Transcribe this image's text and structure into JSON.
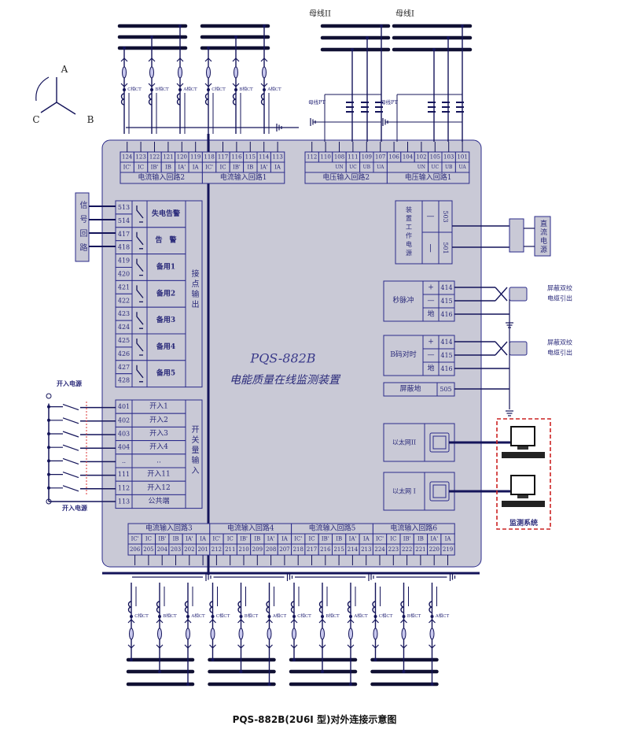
{
  "caption": "PQS-882B(2U6I 型)对外连接示意图",
  "device": {
    "model": "PQS-882B",
    "name": "电能质量在线监测装置"
  },
  "phase_diagram": {
    "a": "A",
    "b": "B",
    "c": "C"
  },
  "ct_labels": [
    "C相CT",
    "B相CT",
    "A相CT"
  ],
  "buses": {
    "bus2": "母线II",
    "bus1": "母线I",
    "pt": "母线PT"
  },
  "current_top": {
    "groups": [
      {
        "label": "电流输入回路2",
        "numbers": [
          "124",
          "123",
          "122",
          "121",
          "120",
          "119"
        ],
        "phases": [
          "IC'",
          "IC",
          "IB'",
          "IB",
          "IA'",
          "IA"
        ]
      },
      {
        "label": "电流输入回路1",
        "numbers": [
          "118",
          "117",
          "116",
          "115",
          "114",
          "113"
        ],
        "phases": [
          "IC'",
          "IC",
          "IB'",
          "IB",
          "IA'",
          "IA"
        ]
      }
    ]
  },
  "voltage_top": {
    "groups": [
      {
        "label": "电压输入回路2",
        "numbers": [
          "112",
          "110",
          "108",
          "111",
          "109",
          "107"
        ],
        "phases": [
          "UN",
          "UC",
          "UB",
          "UA"
        ]
      },
      {
        "label": "电压输入回路1",
        "numbers": [
          "106",
          "104",
          "102",
          "105",
          "103",
          "101"
        ],
        "phases": [
          "UN",
          "UC",
          "UB",
          "UA"
        ]
      }
    ]
  },
  "current_bottom": {
    "groups": [
      {
        "label": "电流输入回路3",
        "numbers": [
          "206",
          "205",
          "204",
          "203",
          "202",
          "201"
        ],
        "phases": [
          "IC'",
          "IC",
          "IB'",
          "IB",
          "IA'",
          "IA"
        ]
      },
      {
        "label": "电流输入回路4",
        "numbers": [
          "212",
          "211",
          "210",
          "209",
          "208",
          "207"
        ],
        "phases": [
          "IC'",
          "IC",
          "IB'",
          "IB",
          "IA'",
          "IA"
        ]
      },
      {
        "label": "电流输入回路5",
        "numbers": [
          "218",
          "217",
          "216",
          "215",
          "214",
          "213"
        ],
        "phases": [
          "IC'",
          "IC",
          "IB'",
          "IB",
          "IA'",
          "IA"
        ]
      },
      {
        "label": "电流输入回路6",
        "numbers": [
          "224",
          "223",
          "222",
          "221",
          "220",
          "219"
        ],
        "phases": [
          "IC'",
          "IC",
          "IB'",
          "IB",
          "IA'",
          "IA"
        ]
      }
    ]
  },
  "relay_output": {
    "side_label": "接点输出",
    "numbers": [
      "513",
      "514",
      "417",
      "418",
      "419",
      "420",
      "421",
      "422",
      "423",
      "424",
      "425",
      "426",
      "427",
      "428"
    ],
    "labels": [
      "失电告警",
      "告　警",
      "备用1",
      "备用2",
      "备用3",
      "备用4",
      "备用5"
    ]
  },
  "signal_loop": "信号回路",
  "switch_input": {
    "side_label": "开关量输入",
    "numbers": [
      "401",
      "402",
      "403",
      "404",
      "..",
      "111",
      "112",
      "113"
    ],
    "labels": [
      "开入1",
      "开入2",
      "开入3",
      "开入4",
      "..",
      "开入11",
      "开入12",
      "公共端"
    ],
    "power_top": "开入电源",
    "power_bottom": "开入电源"
  },
  "power": {
    "label": "装置工作电源",
    "signs": [
      "—",
      "|"
    ],
    "numbers": [
      "503",
      "501"
    ],
    "dc_source": "直流电源"
  },
  "pulse": {
    "label": "秒脉冲",
    "signs": [
      "+",
      "—",
      "地"
    ],
    "numbers": [
      "414",
      "415",
      "416"
    ]
  },
  "bcode": {
    "label": "B码对时",
    "signs": [
      "+",
      "—",
      "地"
    ],
    "numbers": [
      "414",
      "415",
      "416"
    ]
  },
  "cable_note": [
    "屏蔽双绞",
    "电缆引出"
  ],
  "shield": {
    "label": "屏蔽地",
    "number": "505"
  },
  "ethernet": [
    {
      "label": "以太网II"
    },
    {
      "label": "以太网 I"
    }
  ],
  "monitor": "监测系统",
  "colors": {
    "line": "#14145a",
    "cell": "#c9c9d6",
    "text": "#2a2a7a",
    "panel": "#eeeef3",
    "dashed": "#cc2222"
  }
}
